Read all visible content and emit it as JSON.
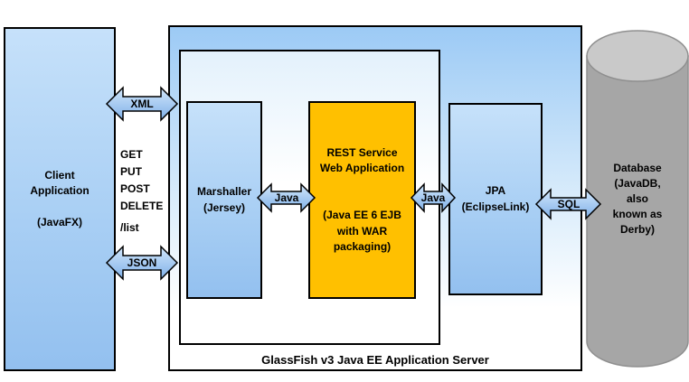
{
  "client": {
    "lines": [
      "Client",
      "Application",
      "",
      "(JavaFX)"
    ]
  },
  "server": {
    "label": "GlassFish v3 Java EE Application Server"
  },
  "marshaller": {
    "lines": [
      "Marshaller",
      "(Jersey)"
    ]
  },
  "rest_service": {
    "lines": [
      "REST Service",
      "Web Application",
      "",
      "",
      "(Java EE 6 EJB",
      "with WAR",
      "packaging)"
    ]
  },
  "jpa": {
    "lines": [
      "JPA",
      "(EclipseLink)"
    ]
  },
  "database": {
    "lines": [
      "Database",
      "(JavaDB,",
      "also",
      "known as",
      "Derby)"
    ]
  },
  "connections": {
    "xml": "XML",
    "json": "JSON",
    "java_left": "Java",
    "java_right": "Java",
    "sql": "SQL"
  },
  "http": {
    "methods": [
      "GET",
      "PUT",
      "POST",
      "DELETE",
      "/list"
    ]
  },
  "colors": {
    "box_blue_top": "#c6e1fa",
    "box_blue_bottom": "#93c0ef",
    "rest_orange": "#ffc000",
    "server_gradient_top": "#9ccaf5",
    "arrow_blue_top": "#d2e7fb",
    "arrow_blue_bottom": "#7fb0e8",
    "cylinder_body_gray": "#a6a6a6",
    "cylinder_top_gray": "#c9c9c9",
    "border_black": "#000000"
  }
}
